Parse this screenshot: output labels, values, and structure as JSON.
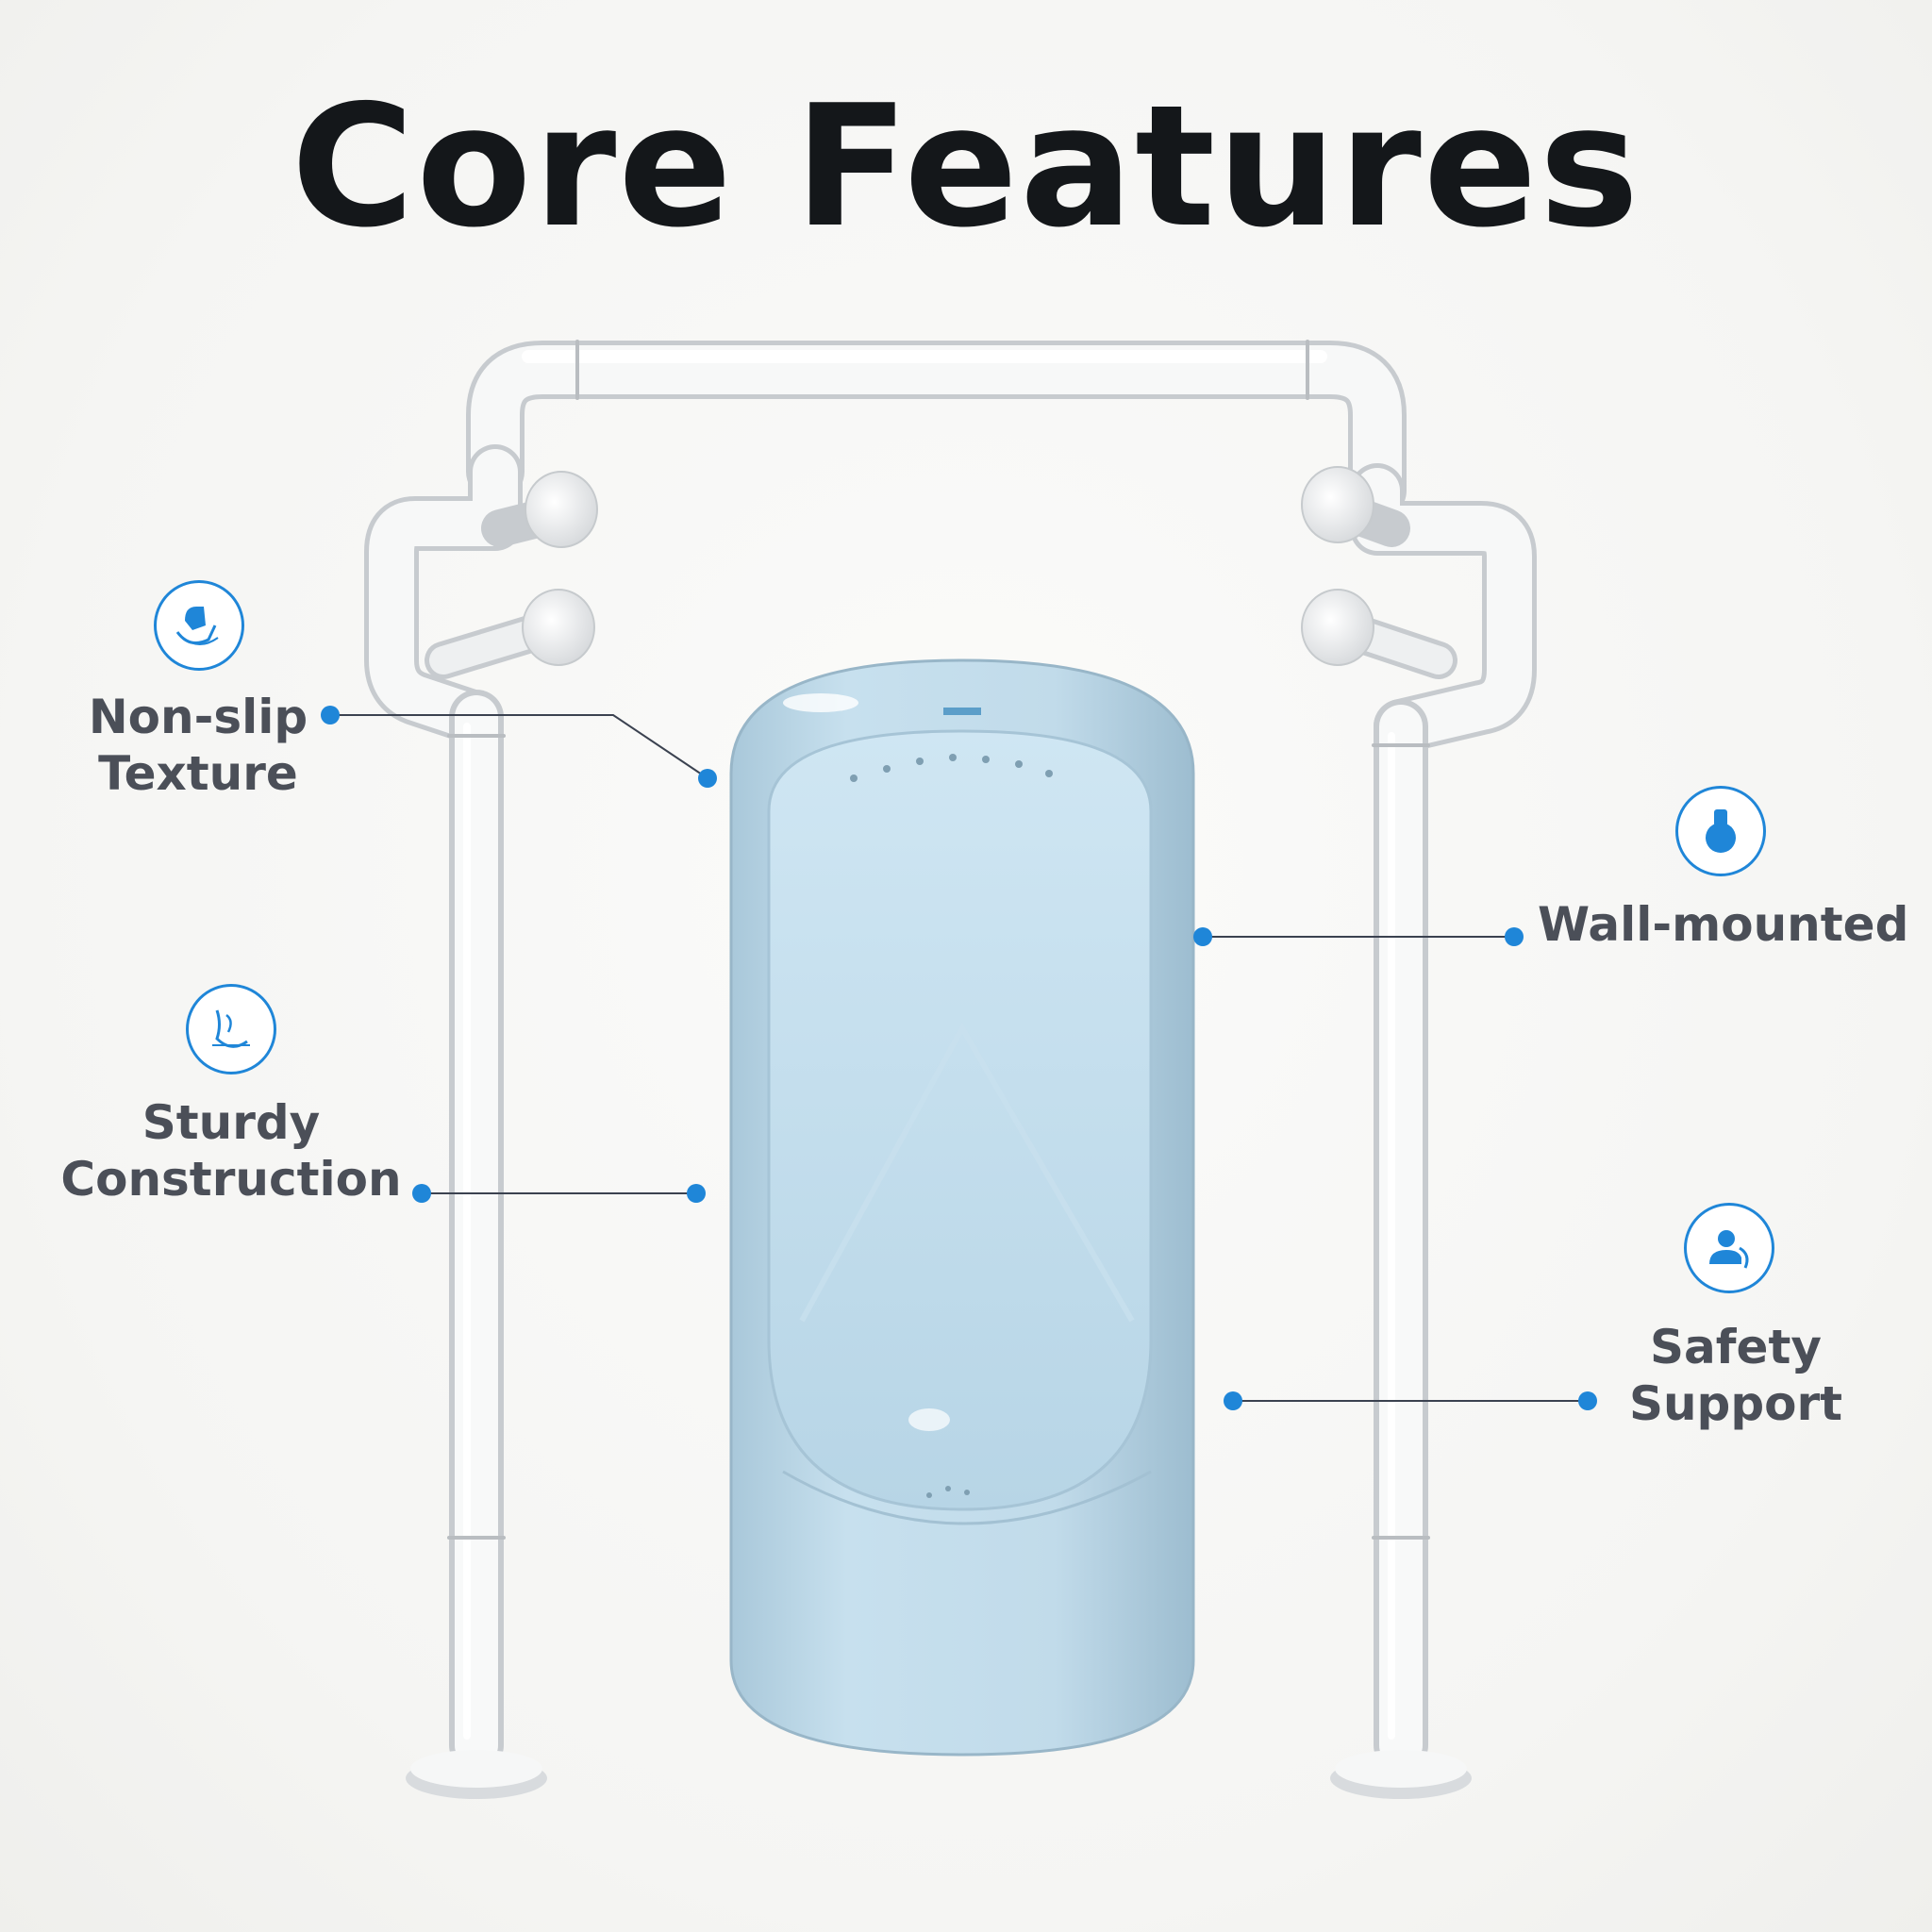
{
  "title": "Core Features",
  "accent_color": "#1f86d8",
  "product_color": "#bcd8e8",
  "features": [
    {
      "label_line1": "Non-slip",
      "label_line2": "Texture",
      "icon": "non-slip-hand-icon"
    },
    {
      "label_line1": "Sturdy",
      "label_line2": "Construction",
      "icon": "sturdy-arm-icon"
    },
    {
      "label_line1": "Wall-mounted",
      "icon": "wall-mount-drop-icon"
    },
    {
      "label_line1": "Safety",
      "label_line2": "Support",
      "icon": "safety-person-icon"
    }
  ]
}
